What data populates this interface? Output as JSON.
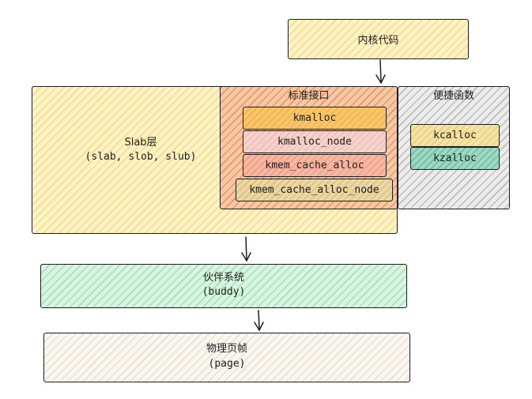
{
  "kernel_code": {
    "label": "内核代码"
  },
  "slab_layer": {
    "title": "Slab层",
    "subtitle": "(slab, slob, slub)"
  },
  "standard_interface": {
    "title": "标准接口",
    "functions": [
      "kmalloc",
      "kmalloc_node",
      "kmem_cache_alloc",
      "kmem_cache_alloc_node"
    ]
  },
  "convenience_functions": {
    "title": "便捷函数",
    "functions": [
      "kcalloc",
      "kzalloc"
    ]
  },
  "buddy_system": {
    "title": "伙伴系统",
    "subtitle": "(buddy)"
  },
  "physical_page": {
    "title": "物理页帧",
    "subtitle": "(page)"
  },
  "colors": {
    "yellow": "#fdf3c7",
    "orange": "#f6c9a4",
    "gray": "#ececec",
    "green": "#d8f5e1",
    "beige": "#faf6f0",
    "kzalloc": "#9fd9c3"
  }
}
